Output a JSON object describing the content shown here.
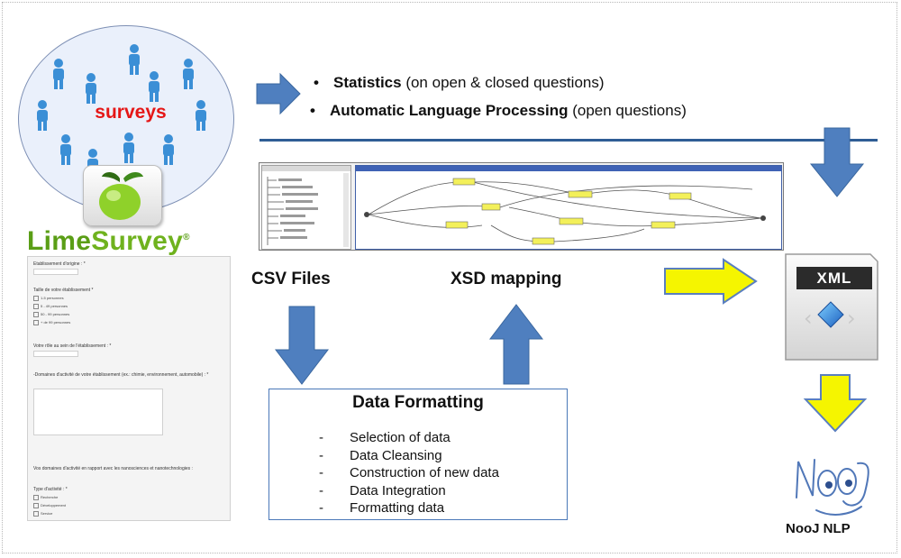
{
  "survey": {
    "cluster_label": "surveys",
    "brand": {
      "part1": "Lime",
      "part2": "Survey",
      "mark": "®"
    },
    "form_questions": [
      "Etablissement d'origine : *",
      "Taille de votre établissement *",
      "Votre rôle au sein de l'établissement : *",
      "-Domaines d'activité de votre établissement (ex.: chimie, environnement, automobile) : *",
      "Vos domaines d'activité en rapport avec les nanosciences et nanotechnologies :",
      "Type d'activité : *"
    ],
    "size_options": [
      "1-5 personnes",
      "5 - 49 personnes",
      "50 - 99 personnes",
      "+ de 99 personnes"
    ],
    "activity_options": [
      "Recherche",
      "Développement",
      "Service"
    ]
  },
  "analysis": {
    "bullets": [
      {
        "bold": "Statistics",
        "rest": " (on open & closed questions)"
      },
      {
        "bold": "Automatic Language Processing",
        "rest": " (open questions)"
      }
    ]
  },
  "labels": {
    "csv": "CSV Files",
    "xsd": "XSD mapping"
  },
  "data_formatting": {
    "title": "Data Formatting",
    "items": [
      "Selection of data",
      "Data Cleansing",
      "Construction of new data",
      "Data Integration",
      "Formatting data"
    ]
  },
  "output": {
    "xml_label": "XML",
    "nooj_label": "NooJ NLP"
  },
  "colors": {
    "arrow_blue": "#4f7fbf",
    "arrow_yellow": "#f5f500",
    "surveys_red": "#e51616",
    "lime_green": "#5a9e16"
  }
}
